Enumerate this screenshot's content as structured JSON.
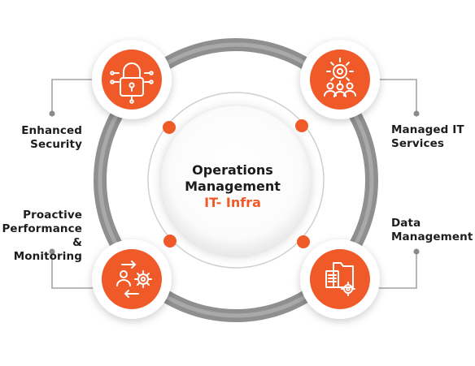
{
  "center": {
    "title_line1": "Operations",
    "title_line2": "Management",
    "subtitle": "IT- Infra"
  },
  "nodes": [
    {
      "label": "Enhanced\nSecurity",
      "icon": "padlock-circuit-icon"
    },
    {
      "label": "Managed IT\nServices",
      "icon": "team-gear-icon"
    },
    {
      "label": "Proactive\nPerformance\n& Monitoring",
      "icon": "user-gear-arrows-icon"
    },
    {
      "label": "Data\nManagement",
      "icon": "folder-documents-gear-icon"
    }
  ],
  "colors": {
    "accent": "#ef5a28",
    "ring": "#8f8f8f",
    "inner_ring": "#cfcfcf",
    "text": "#1d1d1d"
  }
}
